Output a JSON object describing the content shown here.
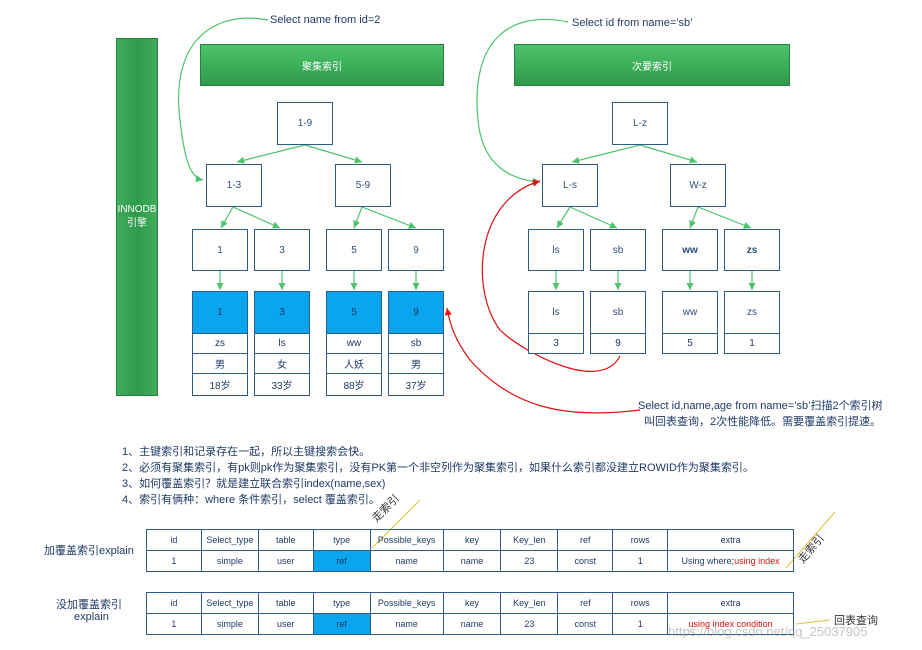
{
  "engine": {
    "line1": "INNODB",
    "line2": "引擎"
  },
  "clustered": {
    "query": "Select name from id=2",
    "title": "聚集索引",
    "root": "1-9",
    "level2": [
      "1-3",
      "5-9"
    ],
    "keys": [
      "1",
      "3",
      "5",
      "9"
    ],
    "leaves": [
      {
        "id": "1",
        "name": "zs",
        "sex": "男",
        "age": "18岁"
      },
      {
        "id": "3",
        "name": "ls",
        "sex": "女",
        "age": "33岁"
      },
      {
        "id": "5",
        "name": "ww",
        "sex": "人妖",
        "age": "88岁"
      },
      {
        "id": "9",
        "name": "sb",
        "sex": "男",
        "age": "37岁"
      }
    ]
  },
  "secondary": {
    "query": "Select id from name=’sb’",
    "title": "次要索引",
    "root": "L-z",
    "level2": [
      "L-s",
      "W-z"
    ],
    "keys": [
      "ls",
      "sb",
      "ww",
      "zs"
    ],
    "leaves": [
      {
        "name": "ls",
        "id": "3"
      },
      {
        "name": "sb",
        "id": "9"
      },
      {
        "name": "ww",
        "id": "5"
      },
      {
        "name": "zs",
        "id": "1"
      }
    ]
  },
  "callout": {
    "line1": "Select id,name,age from name=’sb’扫描2个索引树",
    "line2": "叫回表查询，2次性能降低。需要覆盖索引提速。"
  },
  "notes": [
    "1、主键索引和记录存在一起，所以主键搜索会快。",
    "2、必须有聚集索引，有pk则pk作为聚集索引，没有PK第一个非空列作为聚集索引，如果什么索引都没建立ROWID作为聚集索引。",
    "3、如何覆盖索引？就是建立联合索引index(name,sex)",
    "4、索引有俩种：where 条件索引，select 覆盖索引。"
  ],
  "explain1": {
    "label": "加覆盖索引explain",
    "headers": [
      "id",
      "Select_type",
      "table",
      "type",
      "Possible_keys",
      "key",
      "Key_len",
      "ref",
      "rows",
      "extra"
    ],
    "row": [
      "1",
      "simple",
      "user",
      "ref",
      "name",
      "name",
      "23",
      "const",
      "1"
    ],
    "extra_plain": "Using where;",
    "extra_red": "using index",
    "tag1": "走索引",
    "tag2": "走索引"
  },
  "explain2": {
    "label_line1": "没加覆盖索引",
    "label_line2": "explain",
    "headers": [
      "id",
      "Select_type",
      "table",
      "type",
      "Possible_keys",
      "key",
      "Key_len",
      "ref",
      "rows",
      "extra"
    ],
    "row": [
      "1",
      "simple",
      "user",
      "ref",
      "name",
      "name",
      "23",
      "const",
      "1"
    ],
    "extra_red": "using index condition",
    "tag": "回表查询"
  },
  "watermark": "https://blog.csdn.net/qq_25037905",
  "colors": {
    "green": "#3fae5b",
    "blue_fill": "#0aa5ee",
    "arrow_green": "#4cc36a",
    "arrow_red": "#e01010",
    "border": "#2e5c8a"
  }
}
